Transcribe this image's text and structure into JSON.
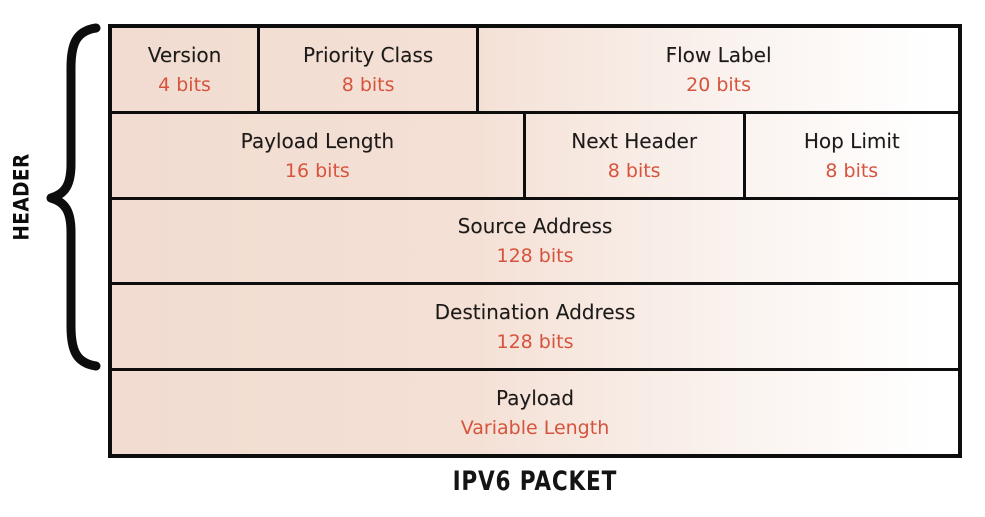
{
  "diagram": {
    "title": "IPV6 PACKET",
    "side_label": "HEADER",
    "colors": {
      "field_name_text": "#1b1a19",
      "field_size_text": "#d6543d",
      "border": "#0d0d0d",
      "cell_gradient_start": "#f2dcd1",
      "cell_gradient_end": "#ffffff"
    },
    "packet": {
      "rows": [
        {
          "cells": [
            {
              "name": "Version",
              "size": "4 bits"
            },
            {
              "name": "Priority Class",
              "size": "8 bits"
            },
            {
              "name": "Flow Label",
              "size": "20 bits"
            }
          ]
        },
        {
          "cells": [
            {
              "name": "Payload Length",
              "size": "16 bits"
            },
            {
              "name": "Next Header",
              "size": "8 bits"
            },
            {
              "name": "Hop Limit",
              "size": "8 bits"
            }
          ]
        },
        {
          "cells": [
            {
              "name": "Source Address",
              "size": "128 bits"
            }
          ]
        },
        {
          "cells": [
            {
              "name": "Destination Address",
              "size": "128 bits"
            }
          ]
        },
        {
          "cells": [
            {
              "name": "Payload",
              "size": "Variable Length"
            }
          ]
        }
      ]
    }
  }
}
